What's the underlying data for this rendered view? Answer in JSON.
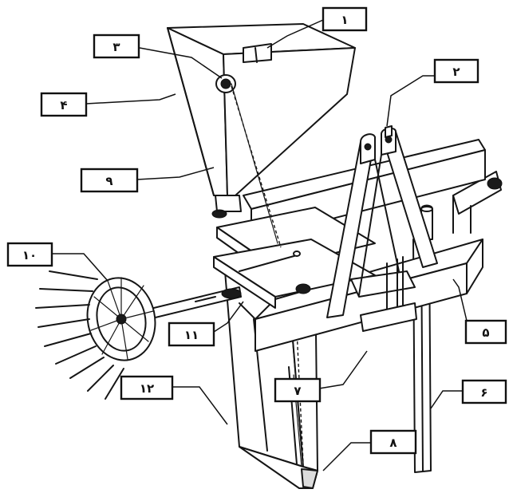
{
  "callouts": [
    {
      "id": "1",
      "label": "۱"
    },
    {
      "id": "2",
      "label": "۲"
    },
    {
      "id": "3",
      "label": "۳"
    },
    {
      "id": "4",
      "label": "۴"
    },
    {
      "id": "5",
      "label": "۵"
    },
    {
      "id": "6",
      "label": "۶"
    },
    {
      "id": "7",
      "label": "۷"
    },
    {
      "id": "8",
      "label": "۸"
    },
    {
      "id": "9",
      "label": "۹"
    },
    {
      "id": "10",
      "label": "۱۰"
    },
    {
      "id": "11",
      "label": "۱۱"
    },
    {
      "id": "12",
      "label": "۱۲"
    }
  ]
}
